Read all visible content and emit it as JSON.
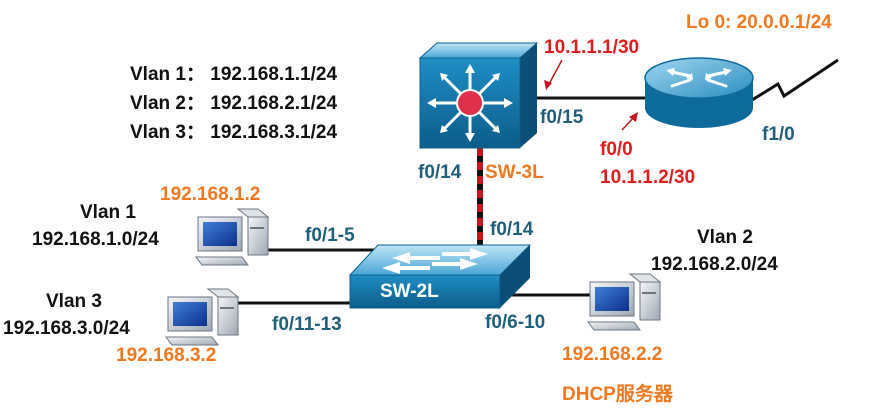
{
  "labels": {
    "lo0": "Lo 0: 20.0.0.1/24",
    "vlan1_gw": "Vlan 1： 192.168.1.1/24",
    "vlan2_gw": "Vlan 2： 192.168.2.1/24",
    "vlan3_gw": "Vlan 3： 192.168.3.1/24",
    "sw3l_ip": "10.1.1.1/30",
    "sw3l_port_uplink": "f0/15",
    "router_port": "f0/0",
    "router_ip": "10.1.1.2/30",
    "router_wan": "f1/0",
    "sw3l_port_down": "f0/14",
    "sw3l_name": "SW-3L",
    "sw2l_port_up": "f0/14",
    "sw2l_name": "SW-2L",
    "sw2l_port_vlan1": "f0/1-5",
    "sw2l_port_vlan3": "f0/11-13",
    "sw2l_port_vlan2": "f0/6-10",
    "pc1_ip": "192.168.1.2",
    "pc1_vlan": "Vlan 1",
    "pc1_net": "192.168.1.0/24",
    "pc3_ip": "192.168.3.2",
    "pc3_vlan": "Vlan 3",
    "pc3_net": "192.168.3.0/24",
    "pc2_ip": "192.168.2.2",
    "pc2_vlan": "Vlan 2",
    "pc2_net": "192.168.2.0/24",
    "dhcp": "DHCP服务器"
  },
  "colors": {
    "device_blue": "#1c7fb0",
    "label_blue": "#1f5f7a",
    "label_red": "#e31b1b",
    "label_orange": "#f07820",
    "trunk_red": "#c4161c"
  },
  "icons": [
    "layer3-switch-icon",
    "router-icon",
    "layer2-switch-icon",
    "pc-icon",
    "serial-link-icon"
  ]
}
